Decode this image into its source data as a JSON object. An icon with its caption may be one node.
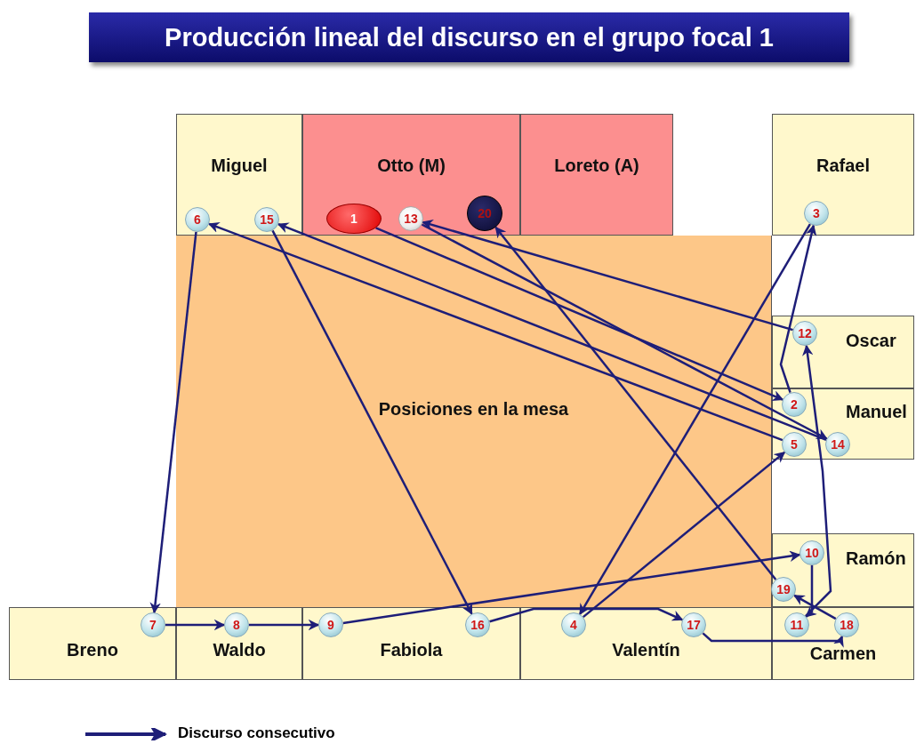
{
  "diagram": {
    "title": "Producción lineal del discurso en el grupo focal 1",
    "nodes": [
      {
        "text": [
          "Miguel"
        ]
      },
      {
        "text": [
          "Otto (M)"
        ]
      },
      {
        "text": [
          "Loreto  (A)"
        ]
      },
      {
        "text": [
          "Rafael"
        ]
      },
      {
        "text": [
          "Oscar"
        ]
      },
      {
        "text": [
          "Manuel"
        ]
      },
      {
        "text": [
          "Ramón"
        ]
      },
      {
        "text": [
          "Breno"
        ]
      },
      {
        "text": [
          "Waldo"
        ]
      },
      {
        "text": [
          "Fabiola"
        ]
      },
      {
        "text": [
          "Valentín"
        ]
      },
      {
        "text": [
          "Carmen"
        ]
      },
      {
        "text": [
          "1"
        ],
        "in": 1
      },
      {
        "text": [
          "2"
        ],
        "in": 5
      },
      {
        "text": [
          "3"
        ],
        "in": 3
      },
      {
        "text": [
          "4"
        ],
        "in": 10
      },
      {
        "text": [
          "5"
        ],
        "in": 5
      },
      {
        "text": [
          "6"
        ],
        "in": 0
      },
      {
        "text": [
          "7"
        ],
        "in": 7
      },
      {
        "text": [
          "8"
        ],
        "in": 8
      },
      {
        "text": [
          "9"
        ],
        "in": 9
      },
      {
        "text": [
          "10"
        ],
        "in": 6
      },
      {
        "text": [
          "11"
        ],
        "in": 11
      },
      {
        "text": [
          "12"
        ],
        "in": 4
      },
      {
        "text": [
          "13"
        ],
        "in": 1
      },
      {
        "text": [
          "14"
        ],
        "in": 5
      },
      {
        "text": [
          "15"
        ],
        "in": 0
      },
      {
        "text": [
          "16"
        ],
        "in": 9
      },
      {
        "text": [
          "17"
        ],
        "in": 10
      },
      {
        "text": [
          "18"
        ],
        "in": 11
      },
      {
        "text": [
          "19"
        ],
        "in": 6
      },
      {
        "text": [
          "20"
        ],
        "in": 1
      }
    ],
    "edges": [
      {
        "from": 12,
        "to": 13,
        "arrow": "to"
      },
      {
        "from": 13,
        "to": 14,
        "arrow": "to"
      },
      {
        "from": 14,
        "to": 15,
        "arrow": "to"
      },
      {
        "from": 15,
        "to": 16,
        "arrow": "to"
      },
      {
        "from": 16,
        "to": 17,
        "arrow": "to"
      },
      {
        "from": 17,
        "to": 18,
        "arrow": "to"
      },
      {
        "from": 18,
        "to": 19,
        "arrow": "to"
      },
      {
        "from": 19,
        "to": 20,
        "arrow": "to"
      },
      {
        "from": 20,
        "to": 21,
        "arrow": "to"
      },
      {
        "from": 21,
        "to": 22,
        "arrow": "to"
      },
      {
        "from": 22,
        "to": 23,
        "arrow": "to"
      },
      {
        "from": 23,
        "to": 24,
        "arrow": "to"
      },
      {
        "from": 24,
        "to": 25,
        "arrow": "to"
      },
      {
        "from": 25,
        "to": 26,
        "arrow": "to"
      },
      {
        "from": 26,
        "to": 27,
        "arrow": "to"
      },
      {
        "from": 27,
        "to": 28,
        "arrow": "to"
      },
      {
        "from": 28,
        "to": 29,
        "arrow": "to"
      },
      {
        "from": 29,
        "to": 30,
        "arrow": "to"
      },
      {
        "from": 30,
        "to": 31,
        "arrow": "to"
      }
    ],
    "labels": [
      "Posiciones en la mesa"
    ],
    "legend": [
      {
        "text": "Discurso consecutivo"
      }
    ]
  }
}
